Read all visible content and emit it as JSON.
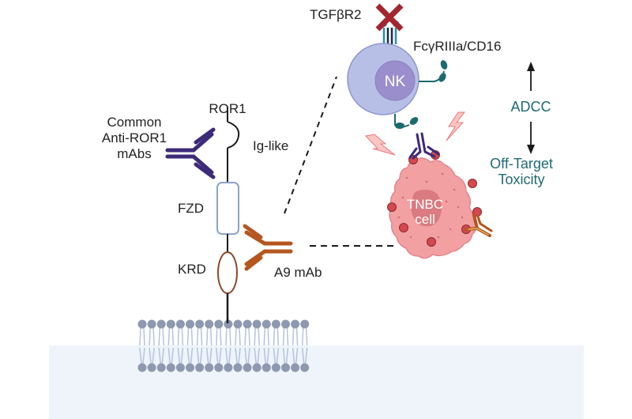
{
  "diagram": {
    "ror1_panel": {
      "receptor_label": "ROR1",
      "domains": [
        {
          "id": "ig_like",
          "label": "Ig-like"
        },
        {
          "id": "fzd",
          "label": "FZD"
        },
        {
          "id": "krd",
          "label": "KRD"
        }
      ],
      "common_mab_label_lines": [
        "Common",
        "Anti-ROR1",
        "mAbs"
      ],
      "a9_mab_label": "A9 mAb"
    },
    "nk_panel": {
      "tgf_label": "TGFβR2",
      "cd16_label": "FcγRIIIa/CD16",
      "nk_label": "NK",
      "tnbc_label_lines": [
        "TNBC",
        "cell"
      ],
      "adcc_label": "ADCC",
      "off_target_lines": [
        "Off-Target",
        "Toxicity"
      ]
    },
    "colors": {
      "common_mab": "#3d2a7a",
      "a9_mab": "#b5561f",
      "fzd_outline": "#8aa4c8",
      "krd_outline": "#8a4a2a",
      "nk_outer": "#b8bfe6",
      "nk_outer_stroke": "#8f97cf",
      "nk_inner": "#9a8fcc",
      "cd16": "#1d6a6e",
      "teal_text": "#1f6a72",
      "tnbc_body": "#f2a0a2",
      "tnbc_nucleus": "#d97b80",
      "antigen_dot": "#d4484e",
      "x_mark": "#a3262e",
      "bolt_fill": "#f8c6c3",
      "bolt_stroke": "#e87b7b",
      "lipid_head": "#8e99b0",
      "lipid_tail": "#b4c3dd",
      "extracellular_bg": "#eef4fa"
    }
  }
}
